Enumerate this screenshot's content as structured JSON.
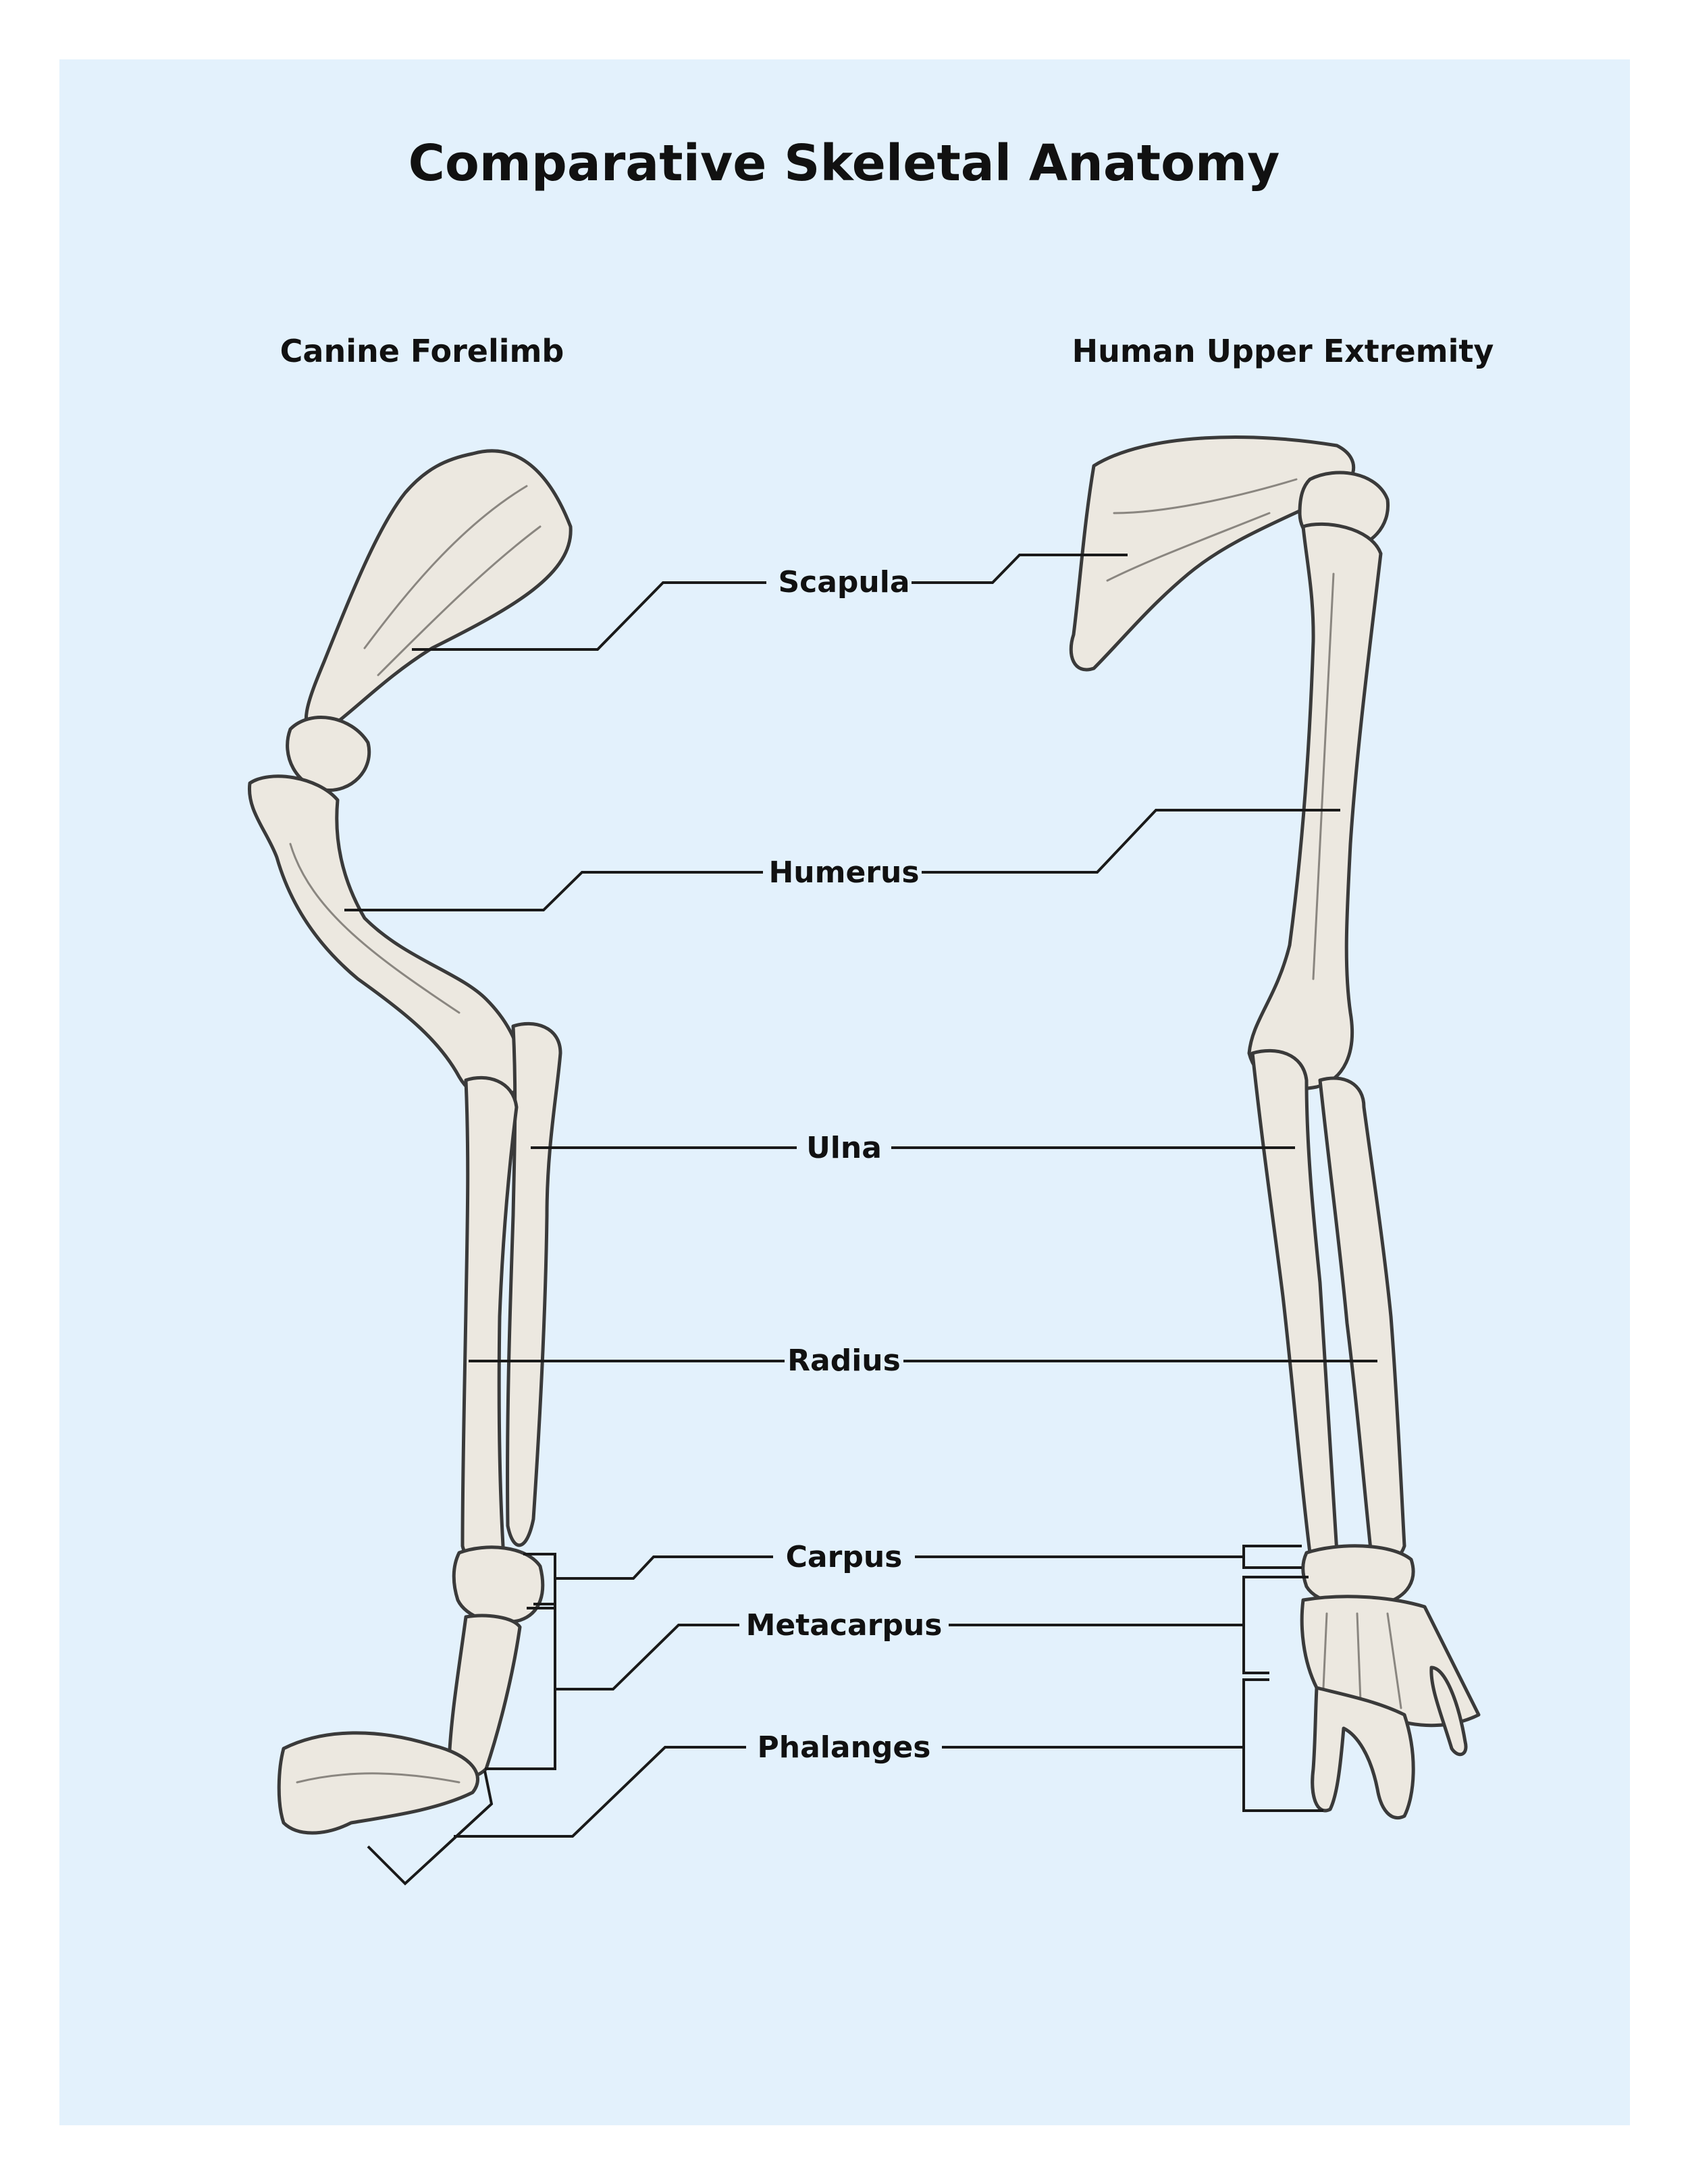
{
  "title": "Comparative Skeletal Anatomy",
  "left_heading": "Canine Forelimb",
  "right_heading": "Human Upper Extremity",
  "labels": {
    "scapula": "Scapula",
    "humerus": "Humerus",
    "ulna": "Ulna",
    "radius": "Radius",
    "carpus": "Carpus",
    "metacarpus": "Metacarpus",
    "phalanges": "Phalanges"
  },
  "colors": {
    "panel_background": "#e3f1fc",
    "page_background": "#ffffff",
    "bone_fill": "#ece8e0",
    "line": "#1a1a1a"
  }
}
